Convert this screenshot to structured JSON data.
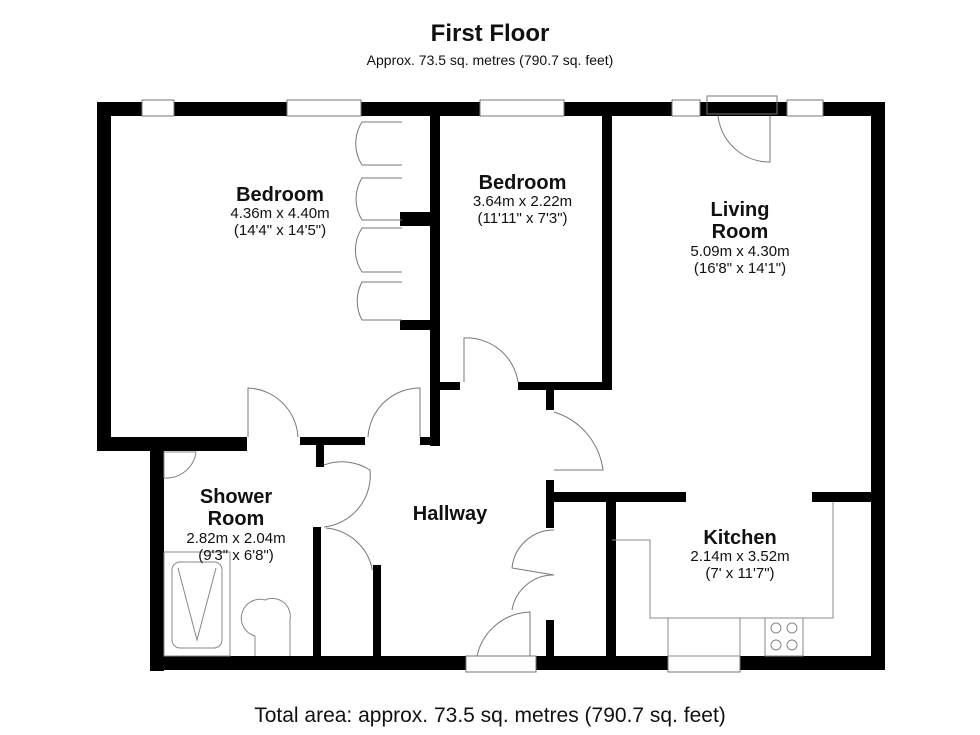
{
  "header": {
    "title": "First Floor",
    "subtitle": "Approx. 73.5 sq. metres (790.7 sq. feet)"
  },
  "rooms": [
    {
      "name": "Bedroom",
      "metric": "4.36m x 4.40m",
      "imperial": "(14'4\" x 14'5\")"
    },
    {
      "name": "Bedroom",
      "metric": "3.64m x 2.22m",
      "imperial": "(11'11\" x 7'3\")"
    },
    {
      "name_line1": "Living",
      "name_line2": "Room",
      "metric": "5.09m x 4.30m",
      "imperial": "(16'8\" x 14'1\")"
    },
    {
      "name_line1": "Shower",
      "name_line2": "Room",
      "metric": "2.82m x 2.04m",
      "imperial": "(9'3\" x 6'8\")"
    },
    {
      "name": "Hallway"
    },
    {
      "name": "Kitchen",
      "metric": "2.14m x 3.52m",
      "imperial": "(7' x 11'7\")"
    }
  ],
  "footer": {
    "total": "Total area: approx. 73.5 sq. metres (790.7 sq. feet)"
  },
  "colors": {
    "wall": "#000000",
    "line": "#777777",
    "background": "#ffffff"
  }
}
